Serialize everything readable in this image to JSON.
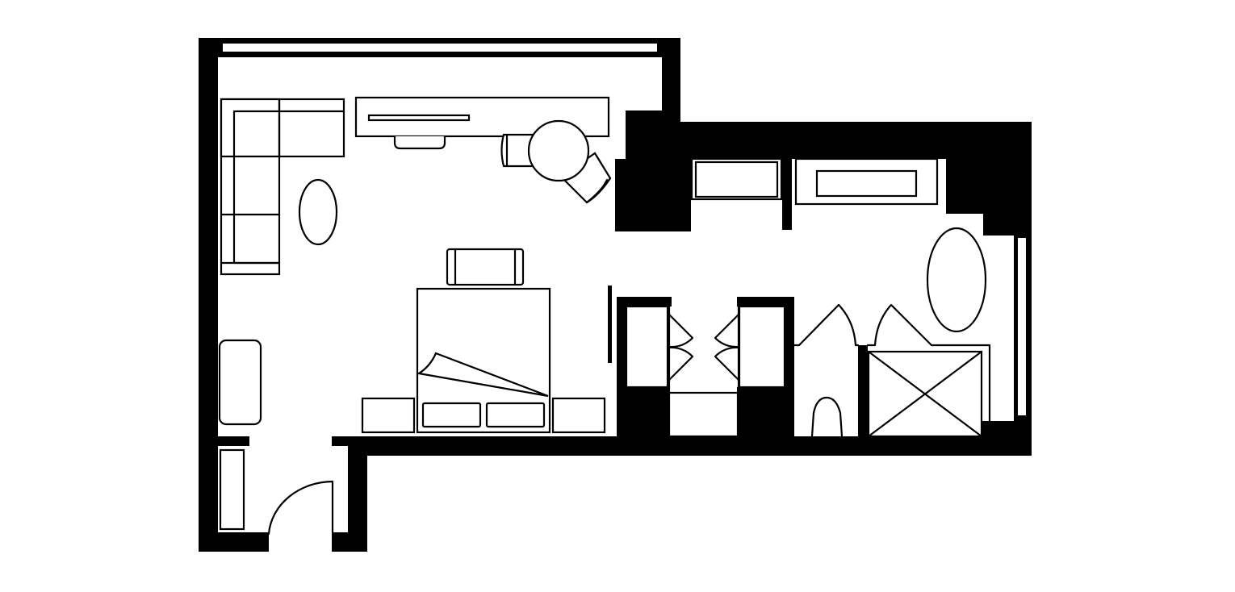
{
  "diagram": {
    "type": "floor-plan",
    "rooms": [
      "bedroom-living",
      "closet",
      "wardrobe",
      "bathroom"
    ],
    "furniture": [
      "sectional-sofa",
      "oval-coffee-table",
      "desk",
      "desk-chair",
      "round-table",
      "lounge-chair",
      "bench",
      "armchair",
      "double-bed",
      "pillows",
      "nightstands",
      "entry-cabinet",
      "bathtub",
      "vanity",
      "toilet",
      "shower",
      "oval-mirror"
    ],
    "icons": [
      "door-swing-icon",
      "toilet-icon",
      "shower-cross-icon"
    ]
  },
  "colors": {
    "wall": "#000000",
    "background": "#ffffff",
    "outline": "#000000"
  }
}
